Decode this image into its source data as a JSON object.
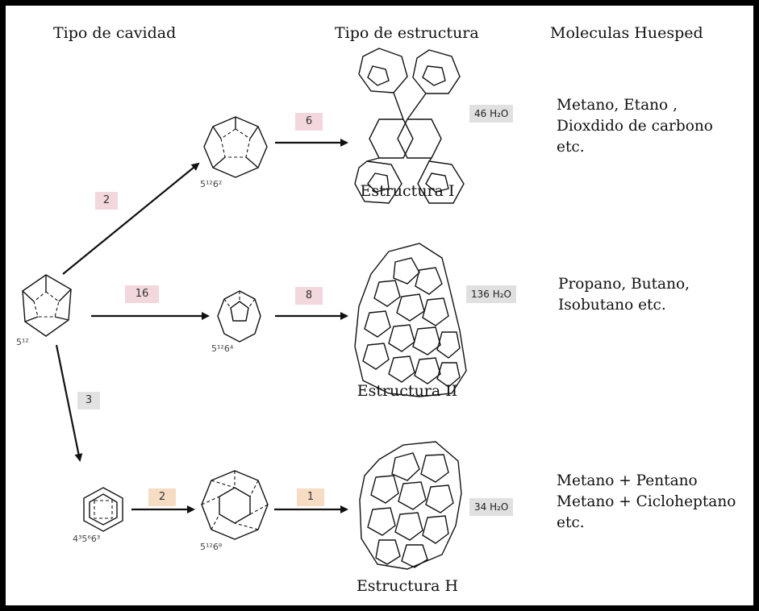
{
  "headers": {
    "cavity": "Tipo de cavidad",
    "structure": "Tipo de estructura",
    "guests": "Moleculas Huesped"
  },
  "cavities": {
    "c512": "5¹²",
    "c51262": "5¹²6²",
    "c51264": "5¹²6⁴",
    "c435663": "4³5⁶6³",
    "c51268": "5¹²6⁸"
  },
  "counts": {
    "to_51262": "2",
    "to_51264": "16",
    "to_435663": "3",
    "to_51268": "2",
    "sI": "6",
    "sII": "8",
    "sH": "1"
  },
  "structures": {
    "sI": "Estructura I",
    "sII": "Estructura II",
    "sH": "Estructura H"
  },
  "water": {
    "sI": "46 H₂O",
    "sII": "136 H₂O",
    "sH": "34 H₂O"
  },
  "guests": {
    "sI": [
      "Metano, Etano ,",
      "Dioxdido de carbono",
      "etc."
    ],
    "sII": [
      "Propano, Butano,",
      "Isobutano etc."
    ],
    "sH": [
      "Metano + Pentano",
      "Metano + Cicloheptano",
      "etc."
    ]
  },
  "colors": {
    "frame": "#000000",
    "pink_box": "#f2d7dc",
    "orange_box": "#f6dcc3",
    "grey_box": "#e0e0e0"
  }
}
